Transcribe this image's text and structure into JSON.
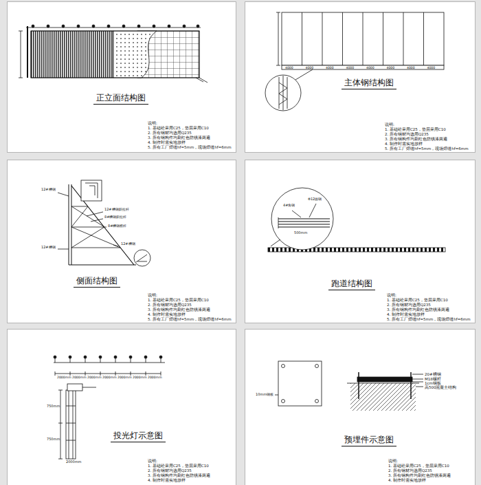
{
  "diagram": {
    "nodes": [
      {
        "text": [
          "正立面结构图"
        ]
      },
      {
        "text": [
          "主体钢结构图"
        ]
      },
      {
        "text": [
          "侧面结构图"
        ]
      },
      {
        "text": [
          "跑道结构图"
        ]
      },
      {
        "text": [
          "投光灯示意图"
        ]
      },
      {
        "text": [
          "预埋件示意图"
        ]
      }
    ],
    "labels": [
      "说明:",
      "1. 基础砼采用C25，垫层采用C10",
      "2. 所有钢材均选用Q235",
      "3. 所有钢构件均刷红色防锈漆两遍",
      "4. 制作时需实地放样",
      "5. 所有工厂焊缝hf=5mm，现场焊缝hf=6mm",
      "4000",
      "4000",
      "4000",
      "4000",
      "4000",
      "4000",
      "4000",
      "4000",
      "说明:",
      "1. 基础砼采用C25，垫层采用C10",
      "2. 所有钢材均选用Q235",
      "3. 所有钢构件均刷红色防锈漆两遍",
      "4. 制作时需实地放样",
      "5. 所有工厂焊缝hf=5mm，现场焊缝hf=6mm",
      "12#槽钢",
      "12#槽钢",
      "12#槽钢斜拉杆",
      "8#槽钢斜拉杆",
      "8#槽钢横杆",
      "12#槽钢",
      "说明:",
      "1. 基础砼采用C25，垫层采用C10",
      "2. 所有钢材均选用Q235",
      "3. 所有钢构件均刷红色防锈漆两遍",
      "4. 制作时需实地放样",
      "5. 所有工厂焊缝hf=5mm，现场焊缝hf=6mm",
      "4#角钢",
      "Φ12圆钢",
      "500mm",
      "说明:",
      "1. 基础砼采用C25，垫层采用C10",
      "2. 所有钢材均选用Q235",
      "3. 所有钢构件均刷红色防锈漆两遍",
      "4. 制作时需实地放样",
      "5. 所有工厂焊缝hf=5mm，现场焊缝hf=6mm",
      "2000mm",
      "2000mm",
      "2000mm",
      "2000mm",
      "2000mm",
      "2000mm",
      "2000mm",
      "750mm",
      "750mm",
      "2000mm",
      "说明:",
      "1. 基础砼采用C25，垫层采用C10",
      "2. 所有钢材均选用Q235",
      "3. 所有钢构件均刷红色防锈漆两遍",
      "4. 制作时需实地放样",
      "10mm钢板",
      "20#槽钢",
      "M18螺杆",
      "1cm钢板",
      "高500混凝土结构",
      "说明:",
      "1. 基础砼采用C25，垫层采用C10",
      "2. 所有钢材均选用Q235",
      "3. 所有钢构件均刷红色防锈漆两遍",
      "4. 制作时需实地放样"
    ]
  }
}
